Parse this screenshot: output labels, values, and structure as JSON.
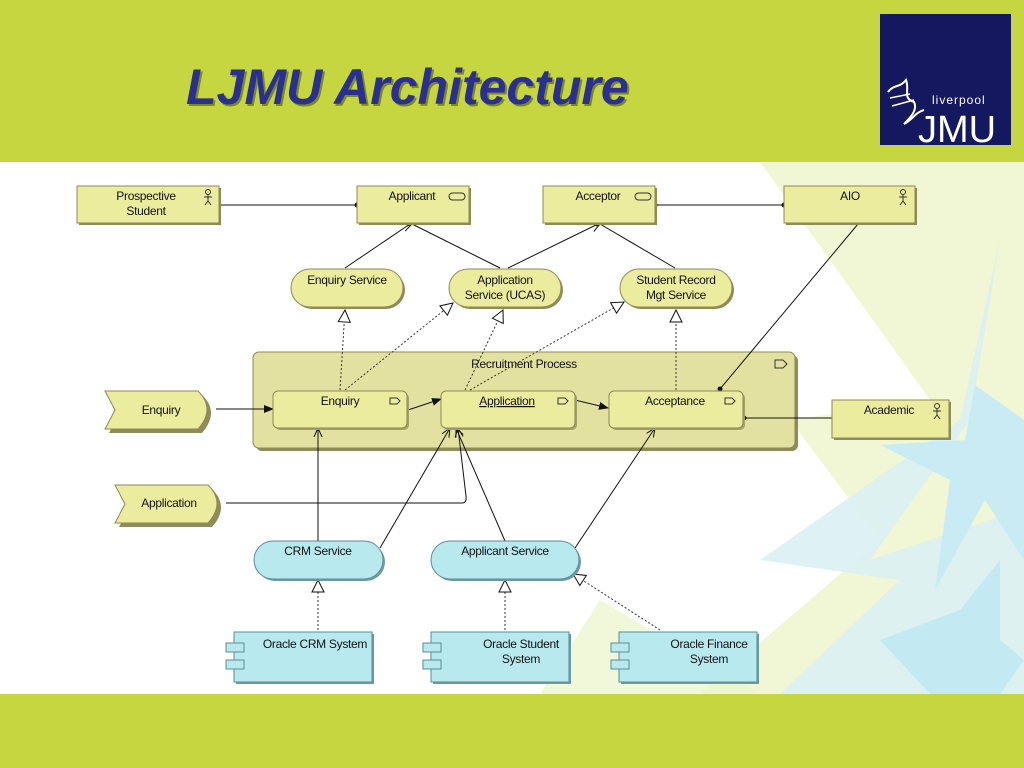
{
  "slide": {
    "title": "LJMU Architecture",
    "logo": {
      "small_text": "liverpool",
      "big_text": "JMU"
    }
  },
  "colors": {
    "band": "#c6d640",
    "title": "#2a2f96",
    "element": "#ecec9e",
    "process": "#e3e19f",
    "technology": "#b8e9ef",
    "logo_bg": "#14185e"
  },
  "diagram": {
    "actors": {
      "prospective_student": [
        "Prospective",
        "Student"
      ],
      "aio": "AIO",
      "academic": "Academic"
    },
    "roles": {
      "applicant": "Applicant",
      "acceptor": "Acceptor"
    },
    "business_services": {
      "enquiry_service": "Enquiry Service",
      "application_service": [
        "Application",
        "Service (UCAS)"
      ],
      "student_record_service": [
        "Student Record",
        "Mgt Service"
      ]
    },
    "process_group": "Recruitment Process",
    "processes": {
      "enquiry": "Enquiry",
      "application": "Application",
      "acceptance": "Acceptance"
    },
    "events": {
      "enquiry": "Enquiry",
      "application": "Application"
    },
    "application_services": {
      "crm_service": "CRM Service",
      "applicant_service": "Applicant Service"
    },
    "systems": {
      "oracle_crm": "Oracle CRM System",
      "oracle_student": [
        "Oracle Student",
        "System"
      ],
      "oracle_finance": [
        "Oracle Finance",
        "System"
      ]
    }
  }
}
